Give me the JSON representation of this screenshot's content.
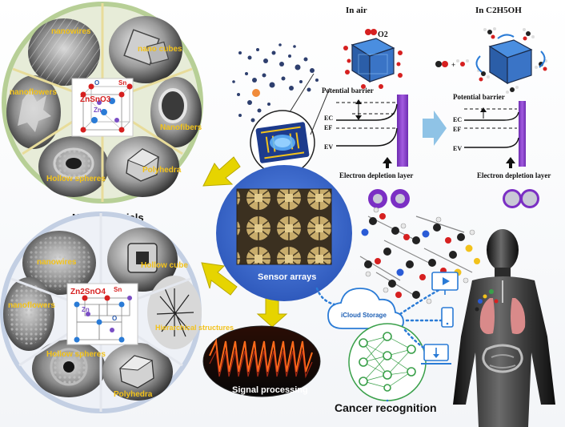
{
  "nanomaterials": {
    "title": "Nanomaterials",
    "top": {
      "crystal_formula": "ZnSnO3",
      "crystal_atoms": {
        "o": "O",
        "sn": "Sn",
        "zn": "Zn"
      },
      "sectors": [
        "nanowires",
        "nano cubes",
        "nanoflowers",
        "Nanofibers",
        "Hollow spheres",
        "Polyhedra"
      ]
    },
    "bottom": {
      "crystal_formula": "Zn2SnO4",
      "crystal_atoms": {
        "sn": "Sn",
        "zn": "Zn",
        "o": "O"
      },
      "sectors": [
        "nanowires",
        "Hollow cube",
        "nanoflowers",
        "Hierarchical structures",
        "Hollow spheres",
        "Polyhedra"
      ]
    }
  },
  "mechanism": {
    "left": {
      "condition": "In air",
      "gas": "O2",
      "barrier_label": "Potential barrier",
      "depletion_label": "Electron depletion layer",
      "levels": [
        "EC",
        "EF",
        "EV"
      ]
    },
    "right": {
      "condition": "In C2H5OH",
      "barrier_label": "Potential barrier",
      "depletion_label": "Electron depletion layer",
      "levels": [
        "EC",
        "EF",
        "EV"
      ]
    }
  },
  "sensor_arrays": {
    "label": "Sensor arrays"
  },
  "signal_processing": {
    "label": "Signal processing"
  },
  "cloud": {
    "label": "iCloud Storage"
  },
  "cancer_recognition": {
    "label": "Cancer recognition"
  },
  "colors": {
    "accent_yellow": "#e6d400",
    "sector_label": "#f2c21b",
    "circle_blue": "#3e6ed4",
    "barrier_purple": "#8a3ccf",
    "atom_blue": "#2a7bd6",
    "atom_red": "#d62020"
  }
}
